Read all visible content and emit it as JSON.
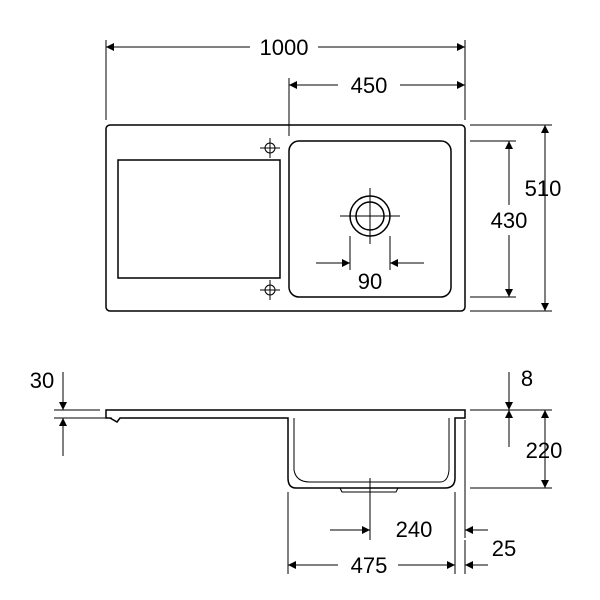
{
  "dimensions": {
    "overall_length": "1000",
    "bowl_width": "450",
    "overall_depth": "510",
    "bowl_depth": "430",
    "drain_diameter": "90",
    "rim_thickness": "30",
    "edge_offset": "8",
    "bowl_height": "220",
    "drain_offset": "240",
    "bowl_outer_width": "475",
    "back_offset": "25"
  },
  "colors": {
    "line": "#000000",
    "background": "#ffffff"
  }
}
